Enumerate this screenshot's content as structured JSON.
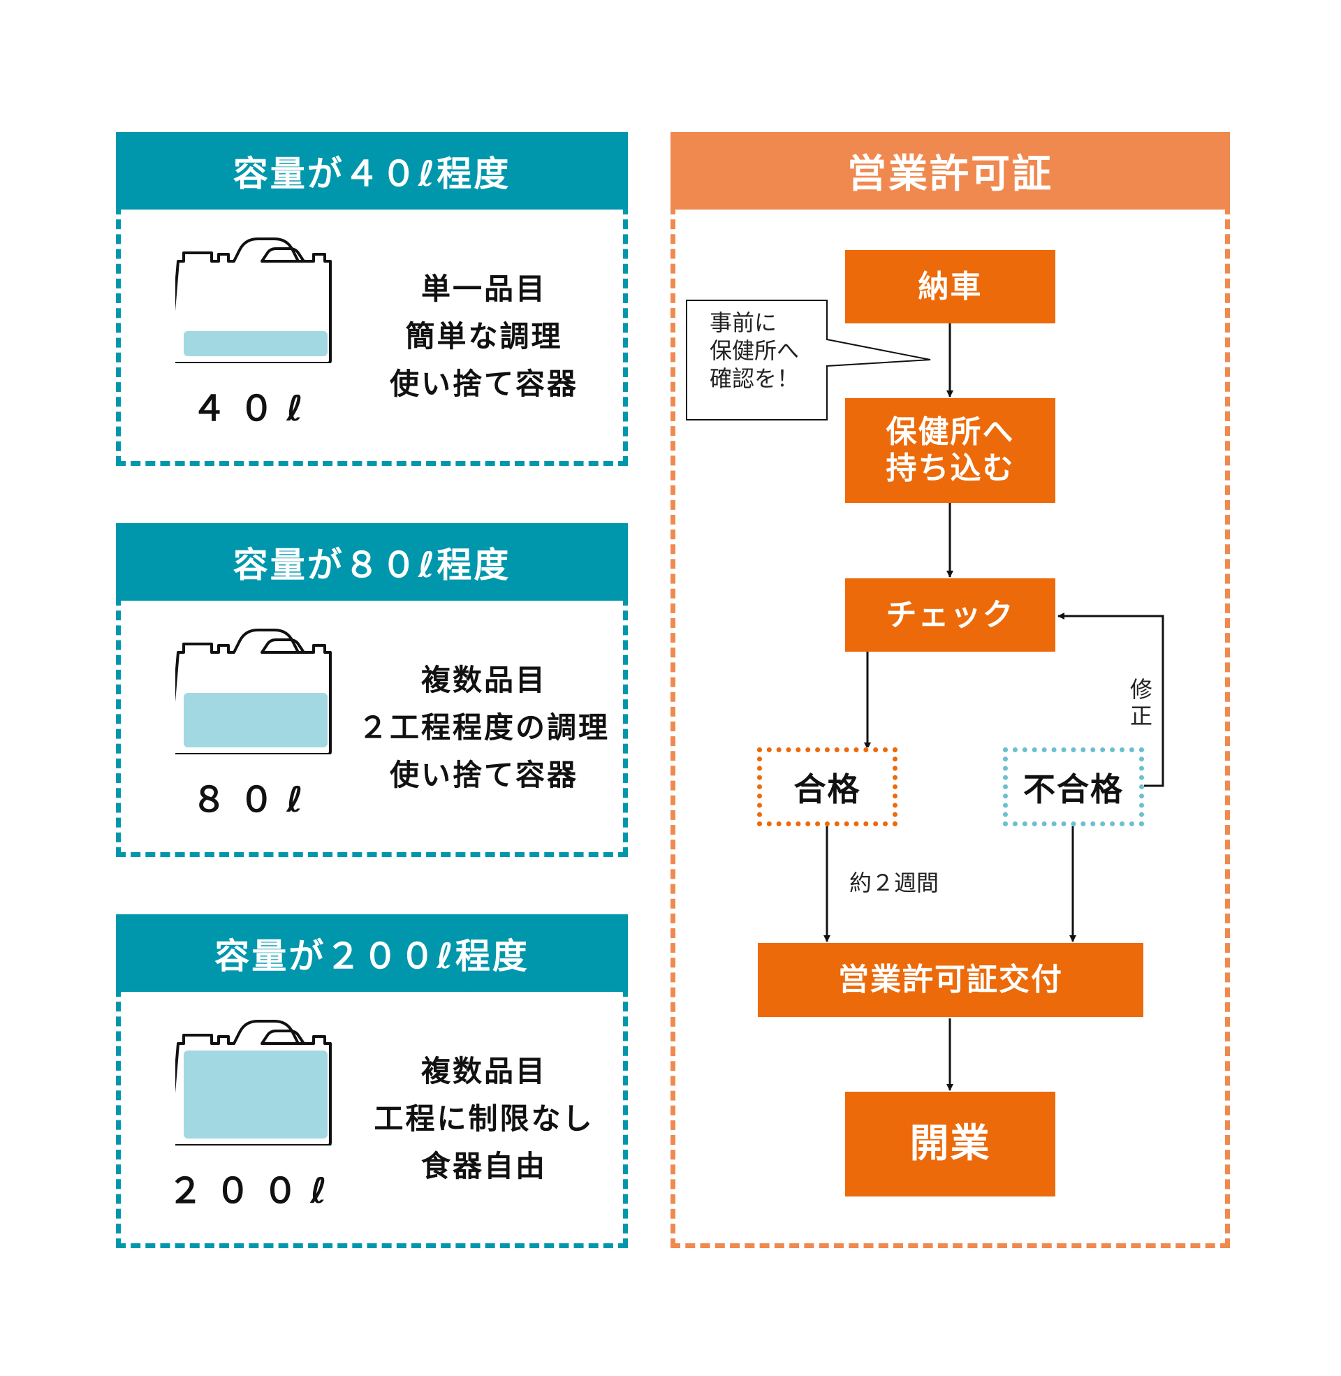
{
  "colors": {
    "teal": "#0097ad",
    "orange_header": "#f0894f",
    "orange_box": "#ec6a0a",
    "liquid": "#a2d8e2"
  },
  "tanks": [
    {
      "title": "容量が４０ℓ程度",
      "volume": "４０ℓ",
      "fill_level": 0.18,
      "lines": [
        "単一品目",
        "簡単な調理",
        "使い捨て容器"
      ]
    },
    {
      "title": "容量が８０ℓ程度",
      "volume": "８０ℓ",
      "fill_level": 0.5,
      "lines": [
        "複数品目",
        "２工程程度の調理",
        "使い捨て容器"
      ]
    },
    {
      "title": "容量が２００ℓ程度",
      "volume": "２００ℓ",
      "fill_level": 0.82,
      "lines": [
        "複数品目",
        "工程に制限なし",
        "食器自由"
      ]
    }
  ],
  "permit": {
    "title": "営業許可証",
    "steps": {
      "delivery": "納車",
      "bring_line1": "保健所へ",
      "bring_line2": "持ち込む",
      "check": "チェック",
      "pass": "合格",
      "fail": "不合格",
      "issue": "営業許可証交付",
      "open": "開業"
    },
    "callout": [
      "事前に",
      "保健所へ",
      "確認を！"
    ],
    "fix_label": [
      "修",
      "正"
    ],
    "duration_label": "約２週間"
  }
}
